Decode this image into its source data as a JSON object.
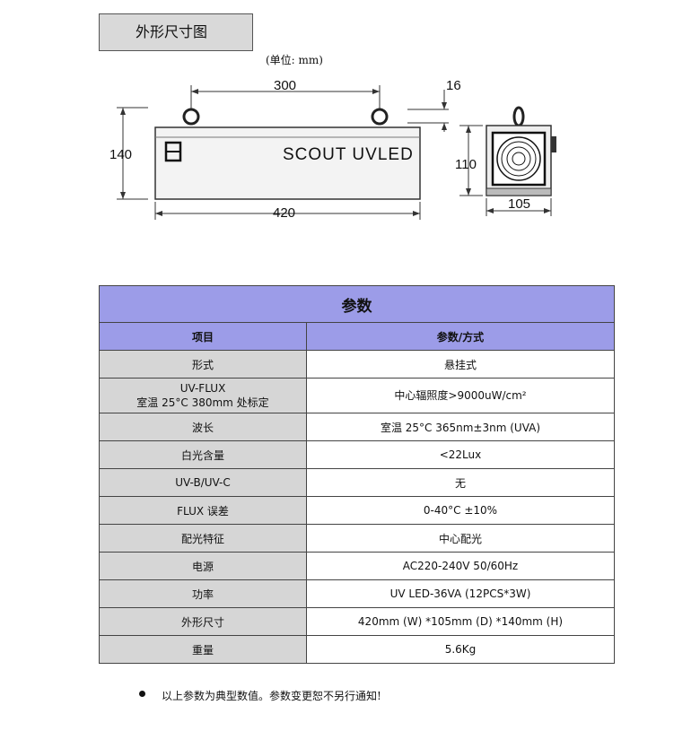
{
  "header": {
    "title": "外形尺寸图",
    "unit_note": "(单位: mm)"
  },
  "drawing": {
    "front_brand": "SCOUT  UVLED",
    "dim_hook_spacing": "300",
    "dim_width": "420",
    "dim_height": "140",
    "dim_side_hook": "16",
    "dim_side_height": "110",
    "dim_side_depth": "105"
  },
  "table": {
    "heading": "参数",
    "col_item": "项目",
    "col_value": "参数/方式",
    "rows": [
      {
        "item": "形式",
        "value": "悬挂式"
      },
      {
        "item": "UV-FLUX",
        "item2": "室温 25°C  380mm 处标定",
        "value": "中心辐照度>9000uW/cm²"
      },
      {
        "item": "波长",
        "value": "室温 25°C     365nm±3nm (UVA)"
      },
      {
        "item": "白光含量",
        "value": "<22Lux"
      },
      {
        "item": "UV-B/UV-C",
        "value": "无"
      },
      {
        "item": "FLUX 误差",
        "value": "0-40°C  ±10%"
      },
      {
        "item": "配光特征",
        "value": "中心配光"
      },
      {
        "item": "电源",
        "value": "AC220-240V    50/60Hz"
      },
      {
        "item": "功率",
        "value": "UV LED-36VA (12PCS*3W)"
      },
      {
        "item": "外形尺寸",
        "value": "420mm (W) *105mm (D) *140mm (H)"
      },
      {
        "item": "重量",
        "value": "5.6Kg"
      }
    ]
  },
  "footnote": "以上参数为典型数值。参数变更恕不另行通知!"
}
